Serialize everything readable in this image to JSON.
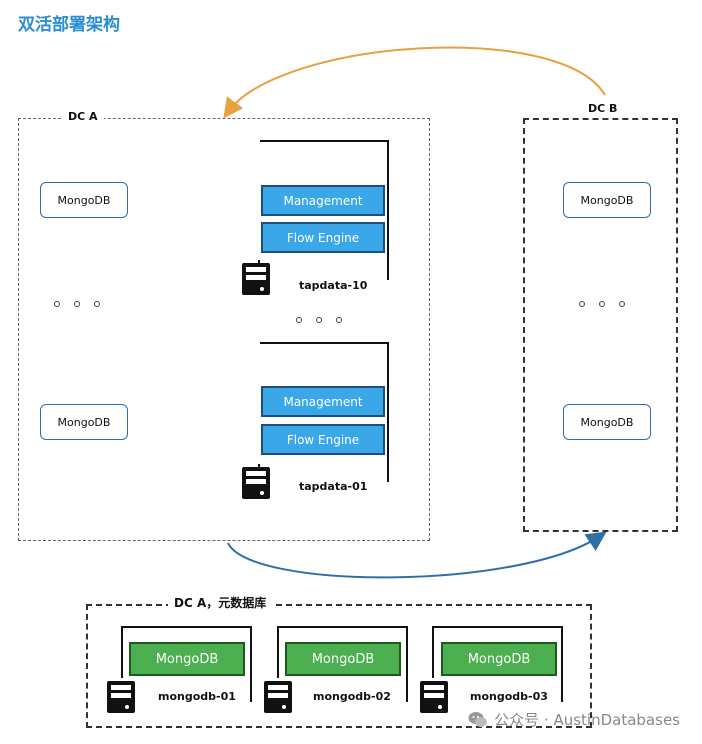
{
  "title": "双活部署架构",
  "dc_a": {
    "label": "DC A",
    "mongo_nodes": [
      "MongoDB",
      "MongoDB"
    ],
    "tapdata_nodes": [
      {
        "management": "Management",
        "flow_engine": "Flow Engine",
        "name": "tapdata-10"
      },
      {
        "management": "Management",
        "flow_engine": "Flow Engine",
        "name": "tapdata-01"
      }
    ]
  },
  "dc_b": {
    "label": "DC B",
    "mongo_nodes": [
      "MongoDB",
      "MongoDB"
    ]
  },
  "metadata": {
    "label": "DC A，元数据库",
    "nodes": [
      {
        "db": "MongoDB",
        "name": "mongodb-01"
      },
      {
        "db": "MongoDB",
        "name": "mongodb-02"
      },
      {
        "db": "MongoDB",
        "name": "mongodb-03"
      }
    ]
  },
  "colors": {
    "title": "#2a8fd0",
    "arrow_top": "#e8a040",
    "arrow_bottom": "#2f6fa8",
    "module_blue": "#3aa7e8",
    "db_green": "#4caf50"
  },
  "watermark": {
    "icon": "wechat-icon",
    "text": "公众号 · AustinDatabases"
  }
}
